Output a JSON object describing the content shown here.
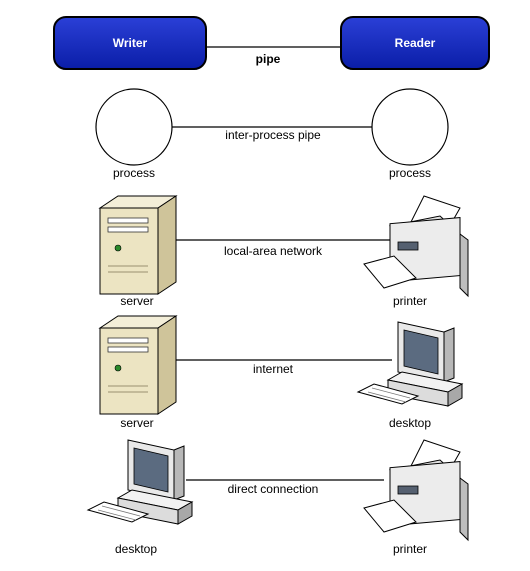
{
  "row1": {
    "left": "Writer",
    "right": "Reader",
    "link": "pipe",
    "box_color": "#1630c4"
  },
  "row2": {
    "left": "process",
    "right": "process",
    "link": "inter-process pipe"
  },
  "row3": {
    "left": "server",
    "right": "printer",
    "link": "local-area network"
  },
  "row4": {
    "left": "server",
    "right": "desktop",
    "link": "internet"
  },
  "row5": {
    "left": "desktop",
    "right": "printer",
    "link": "direct connection"
  },
  "icons": [
    "server-icon",
    "printer-icon",
    "desktop-icon"
  ]
}
